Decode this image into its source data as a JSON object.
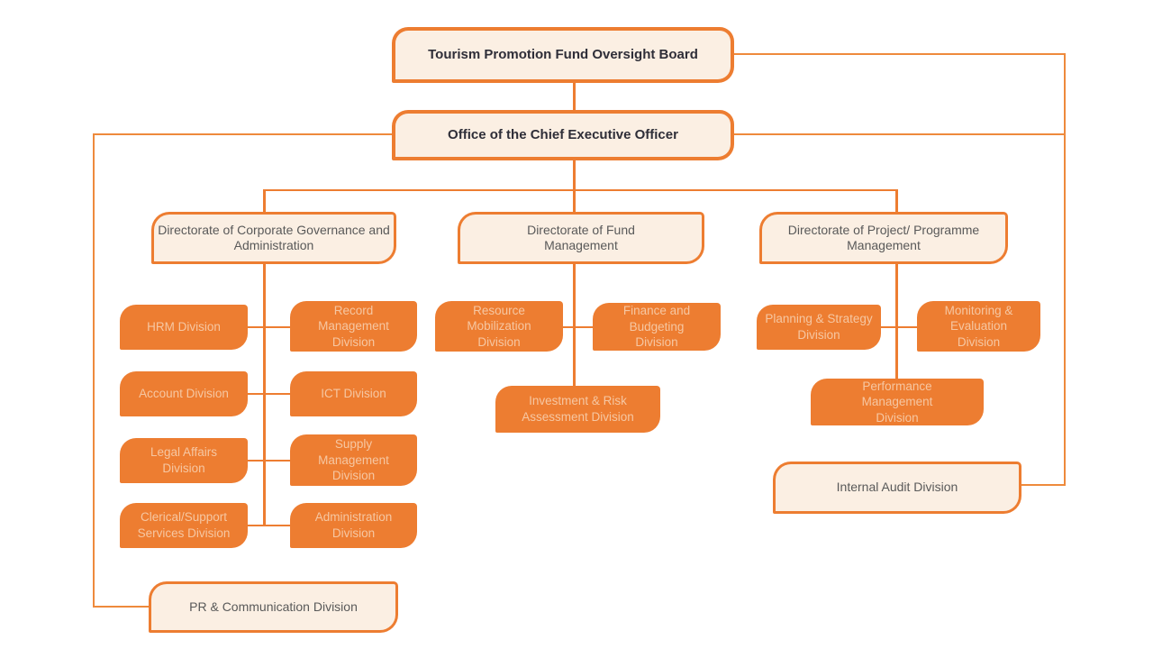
{
  "colors": {
    "accent_orange": "#ED7D31",
    "light_fill": "#FBEFE3",
    "orange_box_text": "#F6C7A2",
    "gray_text": "#595959",
    "dark_text": "#2E2E38"
  },
  "org": {
    "board": "Tourism Promotion Fund Oversight Board",
    "ceo": "Office of the Chief Executive Officer",
    "directorates": [
      {
        "name": "Directorate of Corporate Governance and Administration",
        "divisions": [
          "HRM Division",
          "Record Management Division",
          "Account Division",
          "ICT Division",
          "Legal Affairs Division",
          "Supply Management Division",
          "Clerical/Support Services Division",
          "Administration Division"
        ]
      },
      {
        "name": "Directorate of Fund Management",
        "divisions": [
          "Resource Mobilization Division",
          "Finance and Budgeting Division",
          "Investment & Risk Assessment Division"
        ]
      },
      {
        "name": "Directorate of Project/ Programme Management",
        "divisions": [
          "Planning & Strategy Division",
          "Monitoring & Evaluation Division",
          "Performance Management Division"
        ]
      }
    ],
    "internal_audit": "Internal Audit Division",
    "pr": "PR & Communication Division"
  }
}
